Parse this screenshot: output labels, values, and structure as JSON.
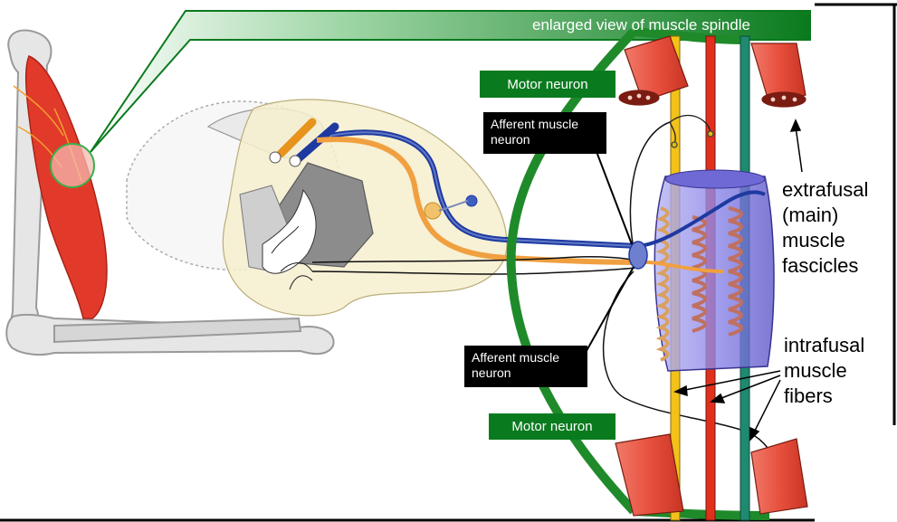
{
  "title": "enlarged view of muscle spindle",
  "labels": {
    "motor_neuron_top": "Motor neuron",
    "motor_neuron_bottom": "Motor neuron",
    "afferent_top_line1": "Afferent muscle",
    "afferent_top_line2": "neuron",
    "afferent_bottom_line1": "Afferent muscle",
    "afferent_bottom_line2": "neuron",
    "extrafusal": [
      "extrafusal",
      "(main)",
      "muscle",
      "fascicles"
    ],
    "intrafusal": [
      "intrafusal",
      "muscle",
      "fibers"
    ]
  },
  "colors": {
    "banner_green": "#0a7a1e",
    "motor_green": "#1f8a2a",
    "muscle_red": "#e23a2a",
    "afferent_orange": "#f0a040",
    "afferent_blue": "#1e3aa0",
    "spindle_capsule": "#8a86e6",
    "fiber_yellow": "#f2c21a",
    "fiber_red": "#e0301c",
    "fiber_teal": "#1f8a70"
  }
}
